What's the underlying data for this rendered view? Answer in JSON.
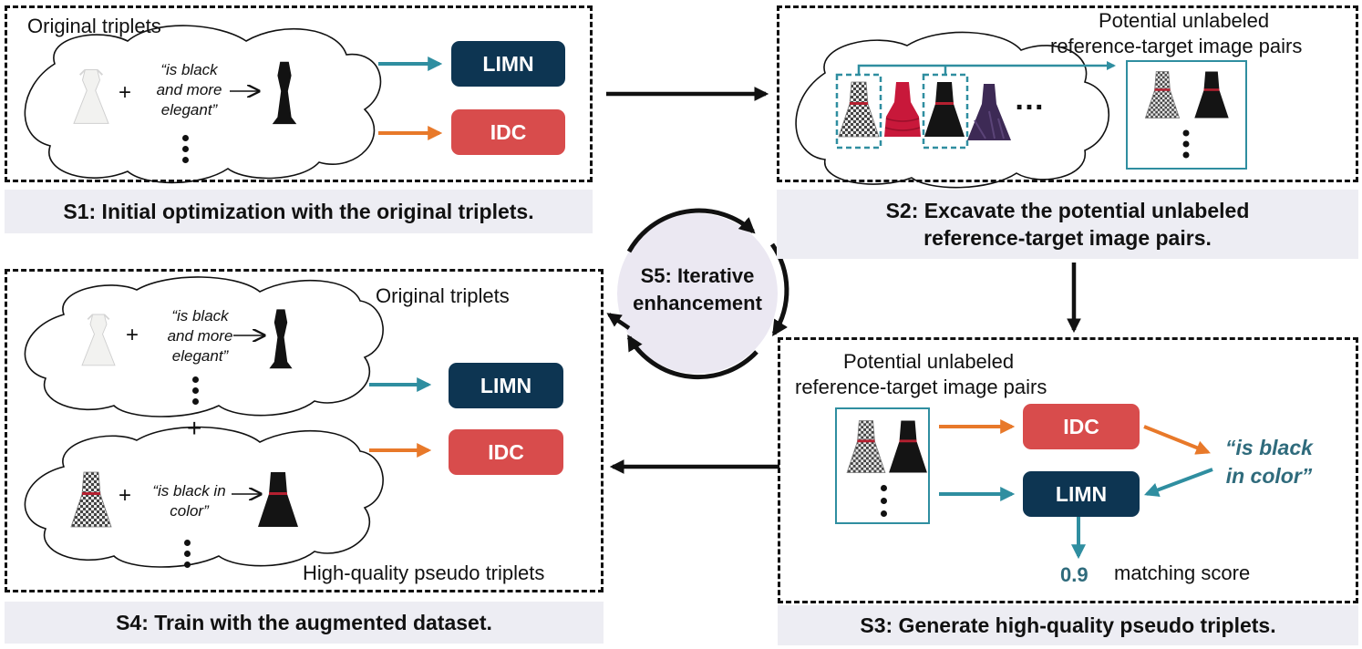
{
  "s1": {
    "title": "Original triplets",
    "quote": "“is black and more elegant”",
    "modules": {
      "limn": "LIMN",
      "idc": "IDC"
    },
    "caption": "S1: Initial optimization with the original triplets."
  },
  "s2": {
    "title_line1": "Potential unlabeled",
    "title_line2": "reference-target image pairs",
    "ellipsis": "…",
    "caption_line1": "S2: Excavate the potential unlabeled",
    "caption_line2": "reference-target image pairs."
  },
  "s3": {
    "title_line1": "Potential unlabeled",
    "title_line2": "reference-target image pairs",
    "modules": {
      "idc": "IDC",
      "limn": "LIMN"
    },
    "generated_line1": "“is black",
    "generated_line2": "in color”",
    "score": "0.9",
    "score_label": "matching score",
    "caption": "S3: Generate high-quality pseudo triplets."
  },
  "s4": {
    "title": "Original triplets",
    "quote1_line1": "“is black",
    "quote1_line2": "and more",
    "quote1_line3": "elegant”",
    "quote2_line1": "“is black in",
    "quote2_line2": "color”",
    "pseudo_label": "High-quality pseudo triplets",
    "modules": {
      "limn": "LIMN",
      "idc": "IDC"
    },
    "caption": "S4: Train with the augmented dataset."
  },
  "s5": {
    "line1": "S5: Iterative",
    "line2": "enhancement"
  },
  "colors": {
    "teal": "#2f8ea0",
    "orange": "#e8792a",
    "navy": "#0d3552",
    "red": "#d84c4c",
    "caption_bg": "#ededf3",
    "cycle_bg": "#ebe8f2"
  },
  "icons": [
    "white-dress-icon",
    "black-dress-icon",
    "checkered-dress-icon",
    "red-dress-icon",
    "purple-gown-icon"
  ]
}
